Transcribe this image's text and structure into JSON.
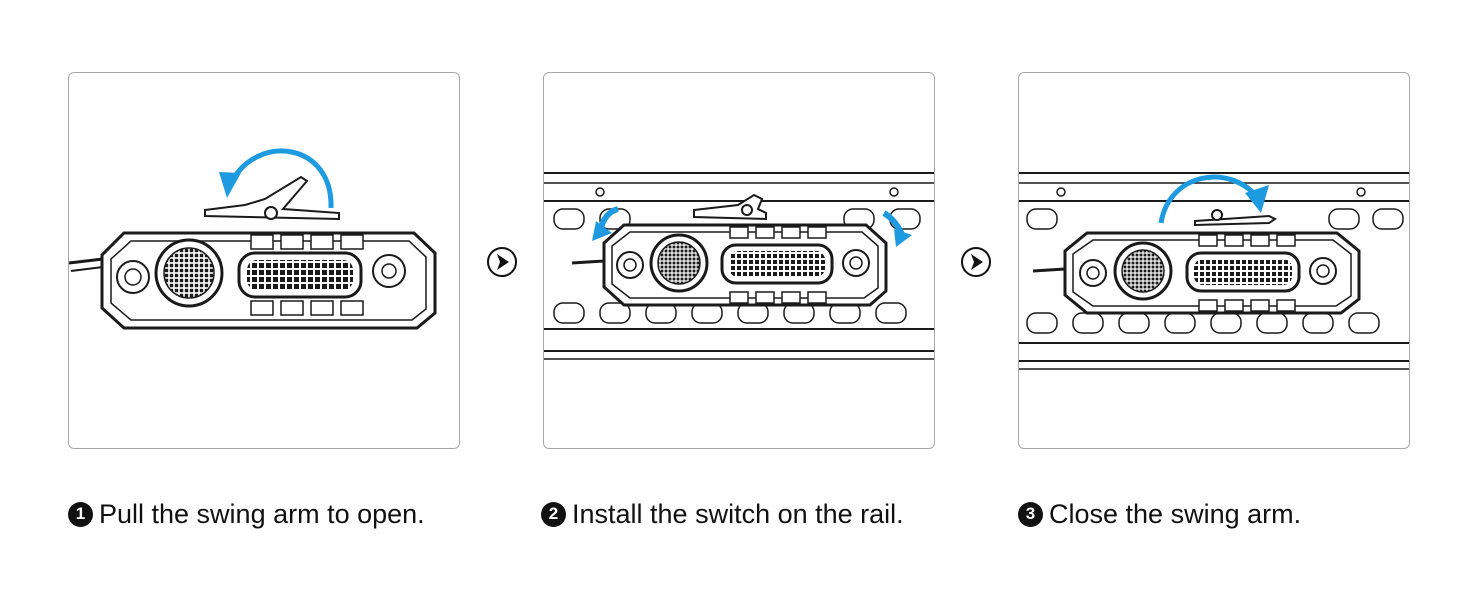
{
  "steps": [
    {
      "number": "1",
      "caption": "Pull the swing arm to open."
    },
    {
      "number": "2",
      "caption": "Install the switch on the rail."
    },
    {
      "number": "3",
      "caption": "Close the swing arm."
    }
  ],
  "colors": {
    "accent_arrow": "#1e9be0",
    "line_art": "#1a1a1a",
    "panel_border": "#a8a8a8"
  },
  "icons": [
    "chevron-right-circle-icon",
    "curved-arrow-icon"
  ]
}
